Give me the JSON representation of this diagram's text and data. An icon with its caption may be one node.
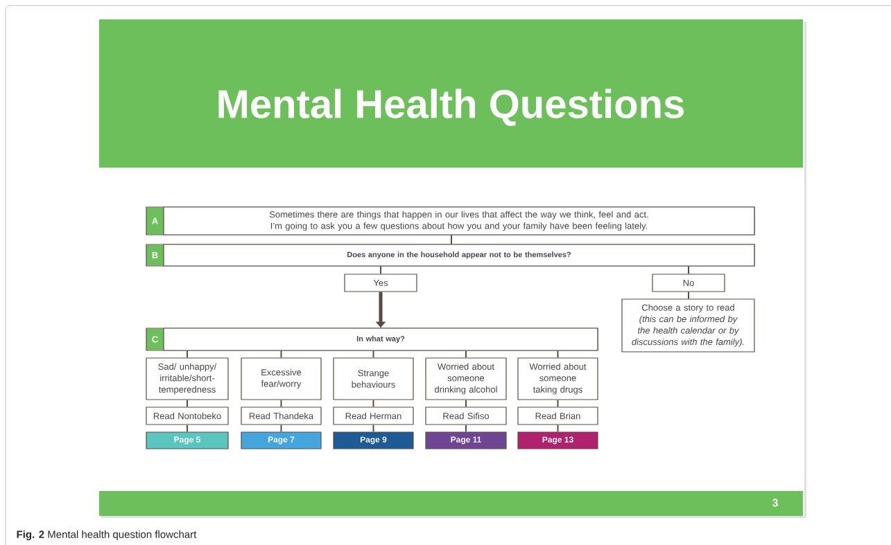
{
  "diagram": {
    "title": "Mental Health Questions",
    "caption": "**Fig. 2** Mental health question flowchart",
    "nodes": [
      {
        "text": [
          "A",
          "Sometimes there are things that happen in our lives that affect the way we think, feel and act. I’m going to ask you a few questions about how you and your family have been feeling lately."
        ]
      },
      {
        "text": [
          "B",
          "Does anyone in the household appear not to be themselves?"
        ]
      },
      {
        "text": [
          "Yes"
        ]
      },
      {
        "text": [
          "No"
        ]
      },
      {
        "text": [
          "Choose a story to read",
          "(this can be informed by the health calendar or by discussions with the family)."
        ]
      },
      {
        "text": [
          "C",
          "In what way?"
        ]
      },
      {
        "text": [
          "Sad/ unhappy/ irritable/short-temperedness"
        ]
      },
      {
        "text": [
          "Excessive fear/worry"
        ]
      },
      {
        "text": [
          "Strange behaviours"
        ]
      },
      {
        "text": [
          "Worried about someone drinking alcohol"
        ]
      },
      {
        "text": [
          "Worried about someone taking drugs"
        ]
      },
      {
        "text": [
          "Read Nontobeko"
        ]
      },
      {
        "text": [
          "Read Thandeka"
        ]
      },
      {
        "text": [
          "Read Herman"
        ]
      },
      {
        "text": [
          "Read Sifiso"
        ]
      },
      {
        "text": [
          "Read Brian"
        ]
      },
      {
        "text": [
          "Page 5"
        ]
      },
      {
        "text": [
          "Page 7"
        ]
      },
      {
        "text": [
          "Page 9"
        ]
      },
      {
        "text": [
          "Page 11"
        ]
      },
      {
        "text": [
          "Page 13"
        ]
      }
    ],
    "edges": [
      {
        "from": 0,
        "to": 1,
        "arrow": "none"
      },
      {
        "from": 1,
        "to": 2,
        "arrow": "none"
      },
      {
        "from": 1,
        "to": 3,
        "arrow": "none"
      },
      {
        "from": 3,
        "to": 4,
        "arrow": "none"
      },
      {
        "from": 2,
        "to": 5,
        "arrow": "to",
        "style": "thick"
      },
      {
        "from": 5,
        "to": 6,
        "arrow": "none"
      },
      {
        "from": 5,
        "to": 7,
        "arrow": "none"
      },
      {
        "from": 5,
        "to": 8,
        "arrow": "none"
      },
      {
        "from": 5,
        "to": 9,
        "arrow": "none"
      },
      {
        "from": 5,
        "to": 10,
        "arrow": "none"
      },
      {
        "from": 6,
        "to": 11,
        "arrow": "none"
      },
      {
        "from": 7,
        "to": 12,
        "arrow": "none"
      },
      {
        "from": 8,
        "to": 13,
        "arrow": "none"
      },
      {
        "from": 9,
        "to": 14,
        "arrow": "none"
      },
      {
        "from": 10,
        "to": 15,
        "arrow": "none"
      },
      {
        "from": 11,
        "to": 16,
        "arrow": "none"
      },
      {
        "from": 12,
        "to": 17,
        "arrow": "none"
      },
      {
        "from": 13,
        "to": 18,
        "arrow": "none"
      },
      {
        "from": 14,
        "to": 19,
        "arrow": "none"
      },
      {
        "from": 15,
        "to": 20,
        "arrow": "none"
      }
    ],
    "labels": [
      "3"
    ]
  }
}
